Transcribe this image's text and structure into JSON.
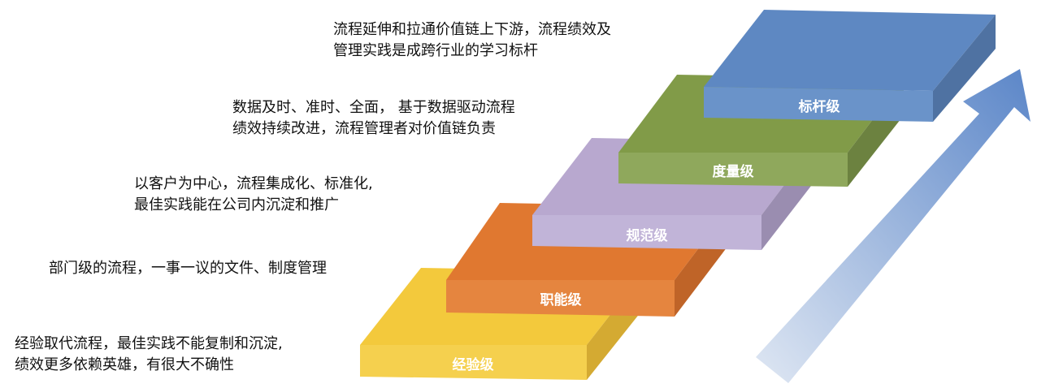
{
  "levels": [
    {
      "name": "经验级",
      "color": "#f4cc46",
      "description": [
        "经验取代流程，最佳实践不能复制和沉淀,",
        "绩效更多依赖英雄，有很大不确性"
      ]
    },
    {
      "name": "职能级",
      "color": "#e27a33",
      "description": [
        "部门级的流程，一事一议的文件、制度管理"
      ]
    },
    {
      "name": "规范级",
      "color": "#bcaed2",
      "description": [
        "以客户为中心，流程集成化、标准化,",
        "最佳实践能在公司内沉淀和推广"
      ]
    },
    {
      "name": "度量级",
      "color": "#86a050",
      "description": [
        "数据及时、准时、全面， 基于数据驱动流程",
        "绩效持续改进，流程管理者对价值链负责"
      ]
    },
    {
      "name": "标杆级",
      "color": "#5f87c2",
      "description": [
        "流程延伸和拉通价值链上下游，流程绩效及",
        "管理实践是成跨行业的学习标杆"
      ]
    }
  ],
  "arrow_color": "#5b86c8"
}
